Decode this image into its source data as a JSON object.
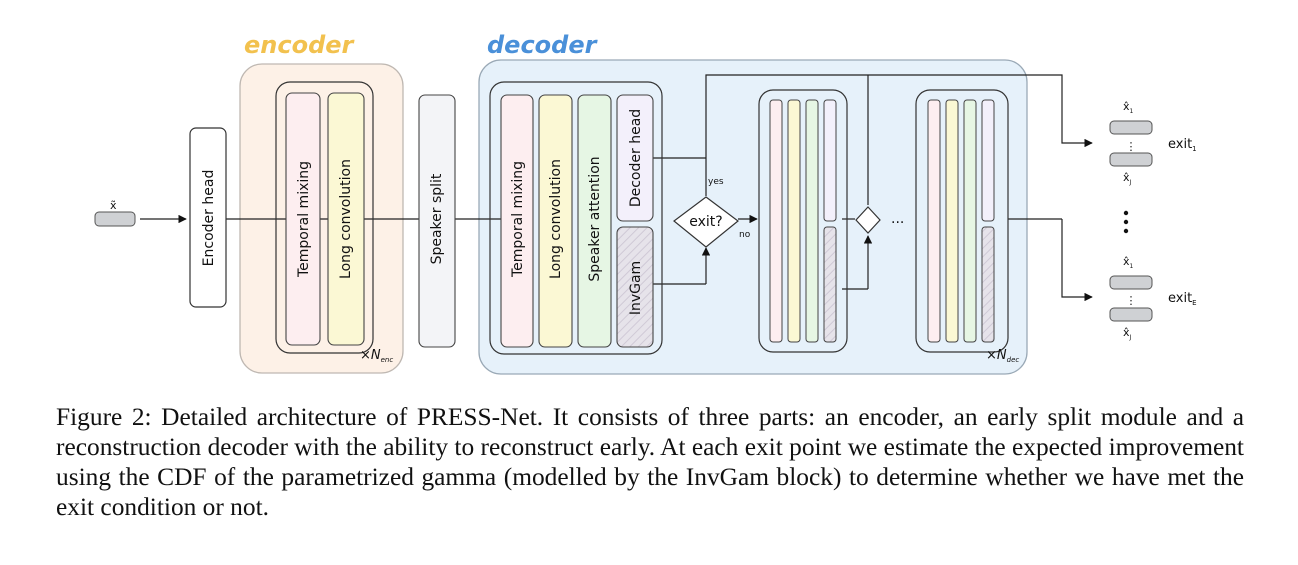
{
  "diagram": {
    "input_label": "x̃",
    "encoder_title": "encoder",
    "decoder_title": "decoder",
    "encoder_head": "Encoder head",
    "encoder_blocks": [
      "Temporal mixing",
      "Long convolution"
    ],
    "encoder_repeat": "×N",
    "encoder_repeat_sub": "enc",
    "speaker_split": "Speaker split",
    "decoder_blocks": [
      "Temporal mixing",
      "Long convolution",
      "Speaker attention"
    ],
    "decoder_head": "Decoder head",
    "invgam": "InvGam",
    "exit_question": "exit?",
    "yes": "yes",
    "no": "no",
    "ellipsis": "...",
    "decoder_repeat": "×N",
    "decoder_repeat_sub": "dec",
    "out_top": "x̂",
    "out_top_sub": "1",
    "out_bottom": "x̂",
    "out_bottom_sub": "J",
    "exit_1": "exit",
    "exit_1_sub": "1",
    "exit_E": "exit",
    "exit_E_sub": "E",
    "colors": {
      "encoder_title": "#f2c14e",
      "decoder_title": "#4a90d9",
      "encoder_bg": "#fdf1e7",
      "decoder_bg": "#e6f1fa",
      "temporal": "#fdeef0",
      "longconv": "#fbf8d4",
      "speaker": "#e6f6e4",
      "decoder_head": "#f3f0fb",
      "invgam": "#e3e1e8"
    }
  },
  "caption": "Figure 2: Detailed architecture of PRESS-Net. It consists of three parts: an encoder, an early split module and a reconstruction decoder with the ability to reconstruct early. At each exit point we estimate the expected improvement using the CDF of the parametrized gamma (modelled by the InvGam block) to determine whether we have met the exit condition or not."
}
